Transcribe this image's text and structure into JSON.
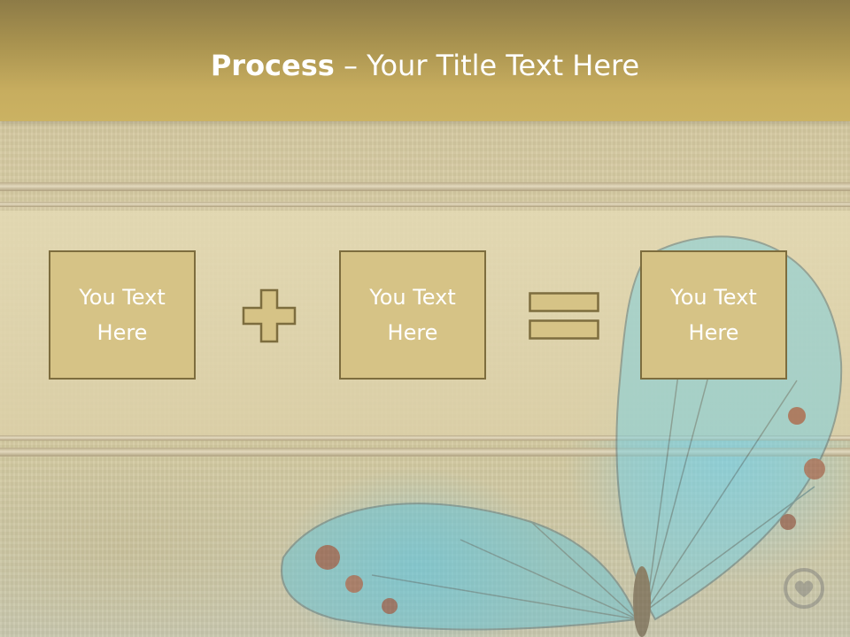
{
  "title": {
    "bold": "Process",
    "separator": " – ",
    "rest": "Your Title Text Here"
  },
  "boxes": [
    {
      "text": "You Text\nHere"
    },
    {
      "text": "You Text\nHere"
    },
    {
      "text": "You Text\nHere"
    }
  ],
  "operators": [
    "plus-icon",
    "equals-icon"
  ],
  "colors": {
    "title_band": "#c7ad5f",
    "box_fill": "#d6c386",
    "box_border": "#7d6d3e",
    "operator_fill": "#d6c386",
    "text": "#ffffff"
  },
  "icons": {
    "watermark": "heart-badge-icon"
  }
}
